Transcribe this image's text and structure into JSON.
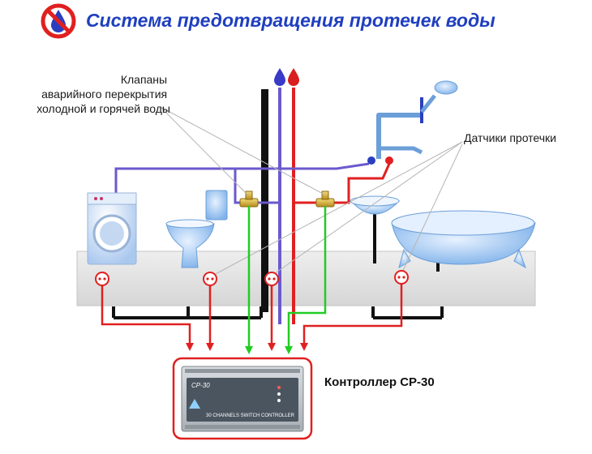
{
  "title": "Система предотвращения протечек воды",
  "labels": {
    "valves": [
      "Клапаны",
      "аварийного перекрытия",
      "холодной и горячей воды"
    ],
    "sensors": "Датчики протечки",
    "controller": "Контроллер СР-30"
  },
  "device": {
    "model": "CP-30",
    "caption": "30 CHANNELS SWITCH CONTROLLER"
  },
  "colors": {
    "title": "#1f3fbf",
    "cold_pipe": "#6a5acd",
    "hot_pipe": "#e02020",
    "sensor_signal": "#e02020",
    "valve_control": "#22cc22",
    "ground_pipe": "#111111",
    "floor": "#e6e6e6"
  },
  "icons": {
    "logo": "no-water-drop-icon",
    "cold_drop": "blue-drop-icon",
    "hot_drop": "red-drop-icon"
  }
}
